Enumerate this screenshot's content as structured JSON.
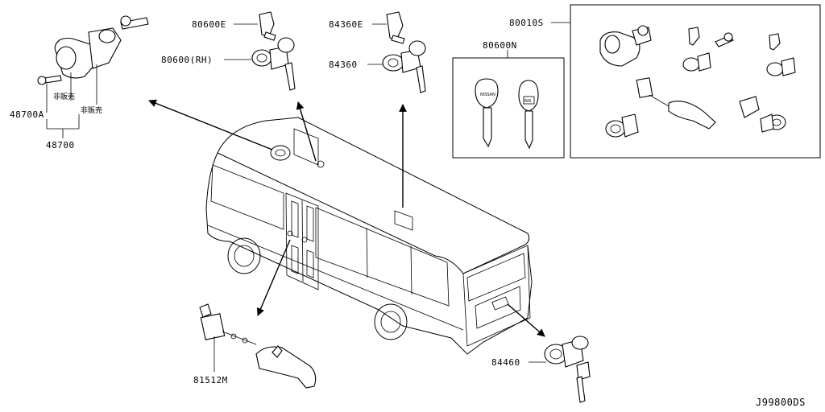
{
  "labels": {
    "p80600E": "80600E",
    "p80600RH": "80600(RH)",
    "p84360E": "84360E",
    "p84360": "84360",
    "p80600N": "80600N",
    "p80010S": "80010S",
    "p48700A": "48700A",
    "p48700": "48700",
    "not_for_sale_1": "非販売",
    "not_for_sale_2": "非販売",
    "p81512M": "81512M",
    "p84460": "84460",
    "diagram_code": "J99800DS"
  },
  "key_text": {
    "key1": "NISSAN",
    "key2": "NIS"
  }
}
